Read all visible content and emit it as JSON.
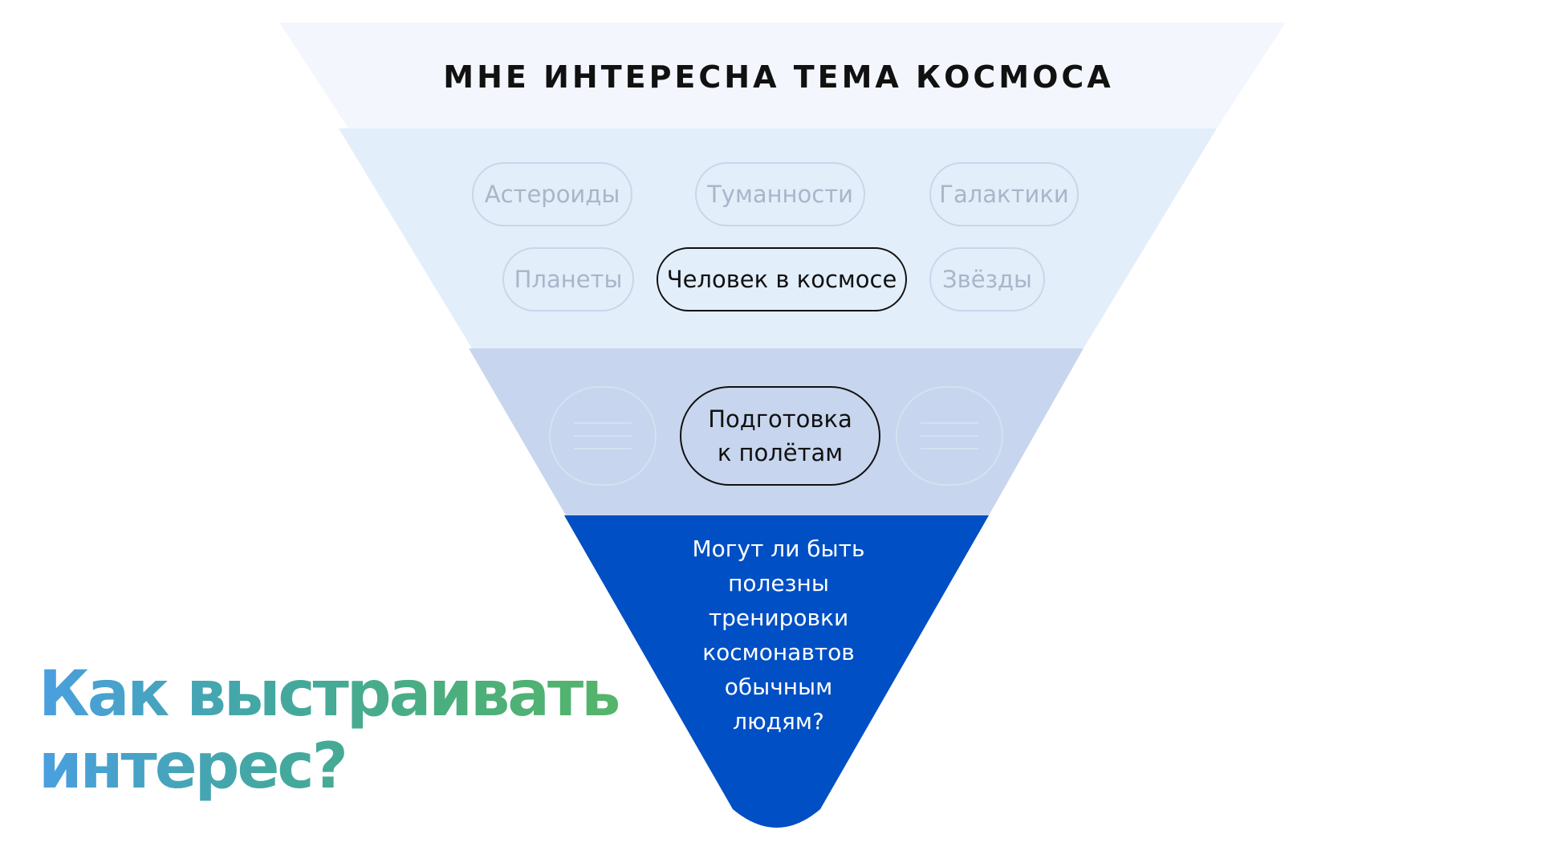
{
  "diagram": {
    "top_title": "МНЕ ИНТЕРЕСНА ТЕМА КОСМОСА",
    "topics": [
      {
        "label": "Астероиды",
        "active": false
      },
      {
        "label": "Туманности",
        "active": false
      },
      {
        "label": "Галактики",
        "active": false
      },
      {
        "label": "Планеты",
        "active": false
      },
      {
        "label": "Человек в космосе",
        "active": true
      },
      {
        "label": "Звёзды",
        "active": false
      }
    ],
    "subtopic_lines": [
      "Подготовка",
      "к полётам"
    ],
    "question_lines": [
      "Могут ли быть",
      "полезны",
      "тренировки",
      "космонавтов",
      "обычным",
      "людям?"
    ]
  },
  "headline_lines": [
    "Как выстраивать",
    "интерес?"
  ],
  "colors": {
    "layer1": "#f3f7fd",
    "layer2": "#e3eefb",
    "layer3": "#c7d6ee",
    "layer4": "#004fc4",
    "headline_gradient": [
      "#4a9fe0",
      "#4caf7a"
    ]
  }
}
